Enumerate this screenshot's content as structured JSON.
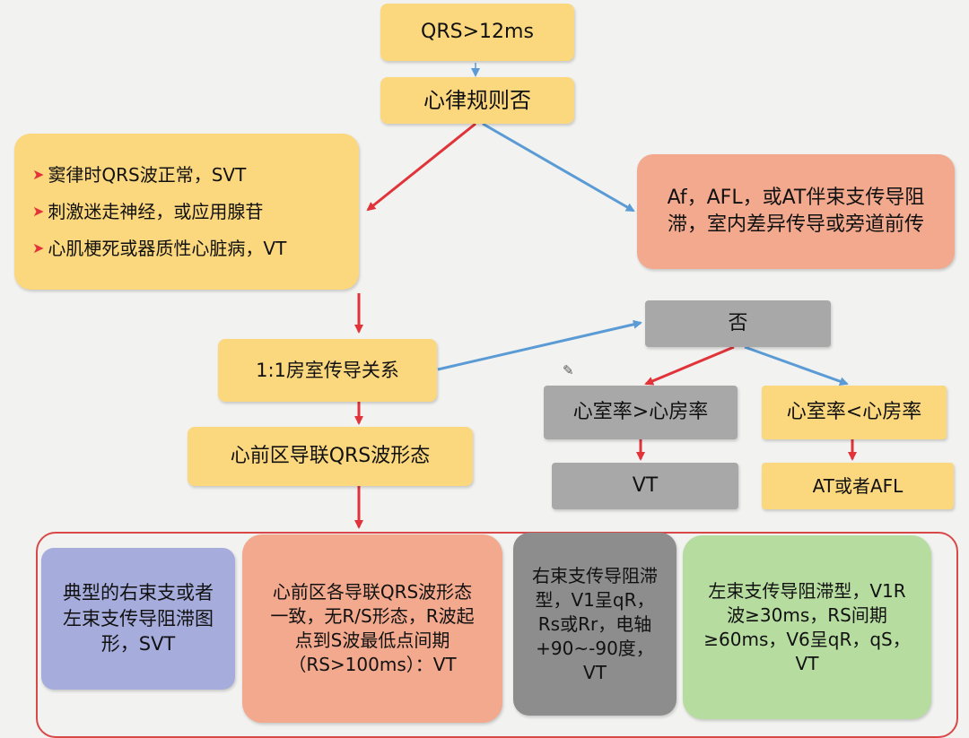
{
  "nodes": {
    "qrs": "QRS>12ms",
    "rhythm": "心律规则否",
    "left_list": [
      "窦律时QRS波正常，SVT",
      "刺激迷走神经，或应用腺苷",
      "心肌梗死或器质性心脏病，VT"
    ],
    "af": "Af，AFL，或AT伴束支传导阻滞，室内差异传导或旁道前传",
    "av": "1:1房室传导关系",
    "no": "否",
    "v_gt_a": "心室率>心房率",
    "v_lt_a": "心室率<心房率",
    "vt": "VT",
    "at_afl": "AT或者AFL",
    "precordial": "心前区导联QRS波形态",
    "bottom": [
      "典型的右束支或者左束支传导阻滞图形，SVT",
      "心前区各导联QRS波形态一致，无R/S形态，R波起点到S波最低点间期（RS>100ms）：VT",
      "右束支传导阻滞型，V1呈qR，Rs或Rr，电轴+90~-90度，VT",
      "左束支传导阻滞型，V1R波≥30ms，RS间期≥60ms，V6呈qR，qS，VT"
    ]
  },
  "colors": {
    "yes_arrow": "#e0343a",
    "no_arrow": "#5b9bd5",
    "yellow": "#fbd77e",
    "salmon": "#f2a98d",
    "gray": "#a8a8a8",
    "blue": "#a6acdc",
    "green": "#b6dca0"
  }
}
